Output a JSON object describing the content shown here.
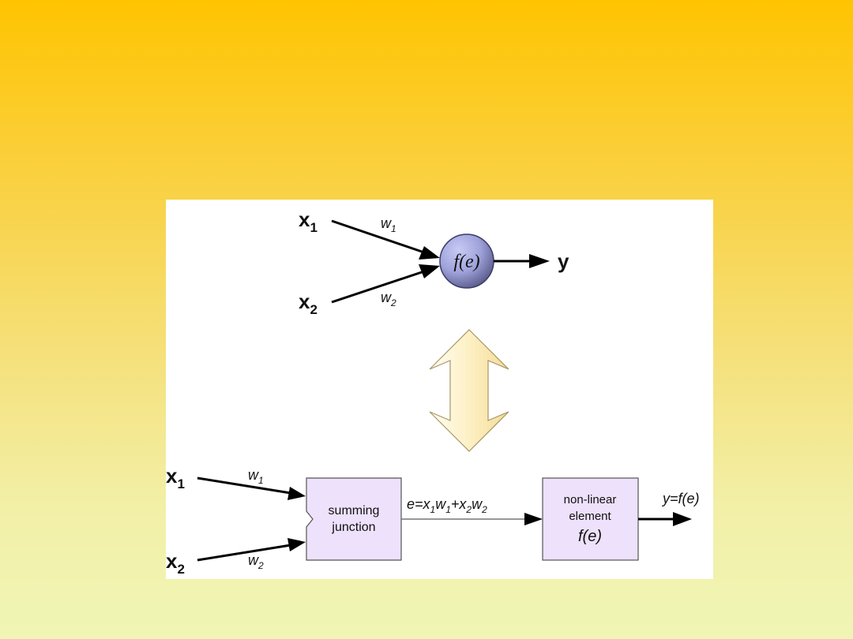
{
  "neuron": {
    "input1": {
      "base": "x",
      "sub": "1"
    },
    "input2": {
      "base": "x",
      "sub": "2"
    },
    "weight1": {
      "base": "w",
      "sub": "1"
    },
    "weight2": {
      "base": "w",
      "sub": "2"
    },
    "node_label": "f(e)",
    "output": "y"
  },
  "block": {
    "input1": {
      "base": "x",
      "sub": "1"
    },
    "input2": {
      "base": "x",
      "sub": "2"
    },
    "weight1": {
      "base": "w",
      "sub": "1"
    },
    "weight2": {
      "base": "w",
      "sub": "2"
    },
    "summing": {
      "line1": "summing",
      "line2": "junction"
    },
    "equation": {
      "e": "e=x",
      "s1": "1",
      "w1": "w",
      "s2": "1",
      "plus": "+x",
      "s3": "2",
      "w2": "w",
      "s4": "2"
    },
    "nonlinear": {
      "line1": "non-linear",
      "line2": "element",
      "line3": "f(e)"
    },
    "output": "y=f(e)"
  },
  "colors": {
    "node_fill_light": "#C8CBF5",
    "node_fill_dark": "#5A5C8C",
    "box_fill": "#EDE1FB",
    "double_arrow_fill": "#FDF0C4"
  }
}
